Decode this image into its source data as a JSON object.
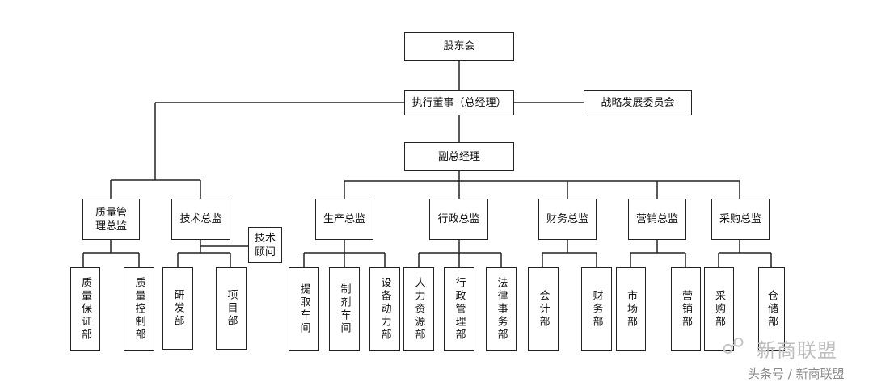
{
  "diagram": {
    "shareholders": "股东会",
    "executive": "执行董事（总经理）",
    "strategy_committee": "战略发展委员会",
    "deputy_gm": "副总经理",
    "quality_director": "质量管理总监",
    "tech_director": "技术总监",
    "tech_advisor": "技术顾问",
    "production_director": "生产总监",
    "admin_director": "行政总监",
    "finance_director": "财务总监",
    "marketing_director": "营销总监",
    "purchasing_director": "采购总监",
    "departments": {
      "quality_assurance": "质量保证部",
      "quality_control": "质量控制部",
      "rnd": "研发部",
      "project": "项目部",
      "extraction_workshop": "提取车间",
      "preparation_workshop": "制剂车间",
      "equipment_power": "设备动力部",
      "hr": "人力资源部",
      "admin_mgmt": "行政管理部",
      "legal": "法律事务部",
      "accounting": "会计部",
      "finance": "财务部",
      "market": "市场部",
      "sales": "营销部",
      "procurement": "采购部",
      "warehouse": "仓储部"
    }
  },
  "watermark": {
    "brand": "新商联盟",
    "source": "头条号 / 新商联盟"
  }
}
